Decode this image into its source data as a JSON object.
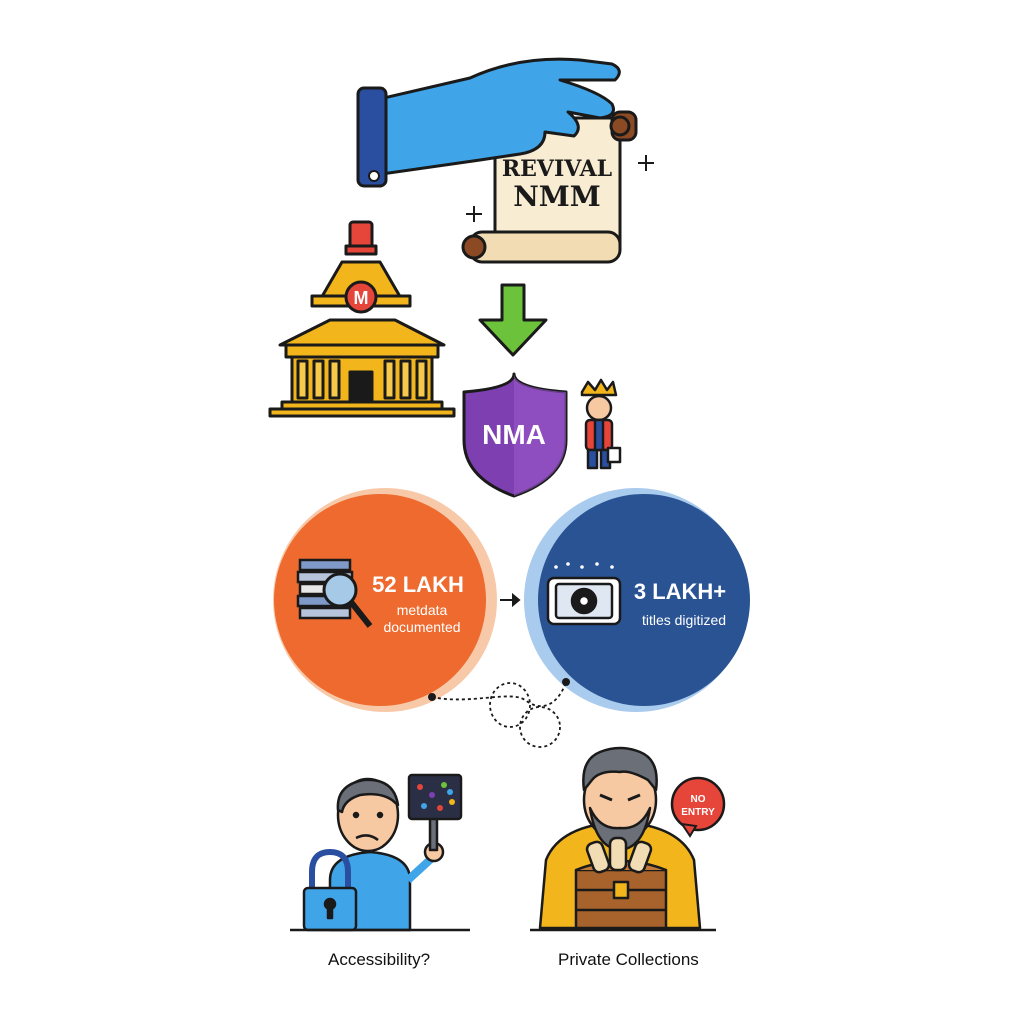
{
  "scroll": {
    "line1": "REVIVAL",
    "line2": "NMM"
  },
  "building": {
    "badge_letter": "M"
  },
  "shield": {
    "label": "NMA"
  },
  "stats": {
    "left": {
      "value": "52 LAKH",
      "line1": "metdata",
      "line2": "documented",
      "color": "#ee6a2e"
    },
    "right": {
      "value": "3 LAKH+",
      "line1": "titles digitized",
      "color": "#2a5394"
    }
  },
  "sign": {
    "line1": "NO",
    "line2": "ENTRY"
  },
  "captions": {
    "left": "Accessibility?",
    "right": "Private Collections"
  },
  "colors": {
    "arrow": "#6cc23a",
    "shield": "#7e3fb0",
    "building": "#f2b51c",
    "hand": "#3fa4e8",
    "cuff": "#2b4fa0"
  }
}
